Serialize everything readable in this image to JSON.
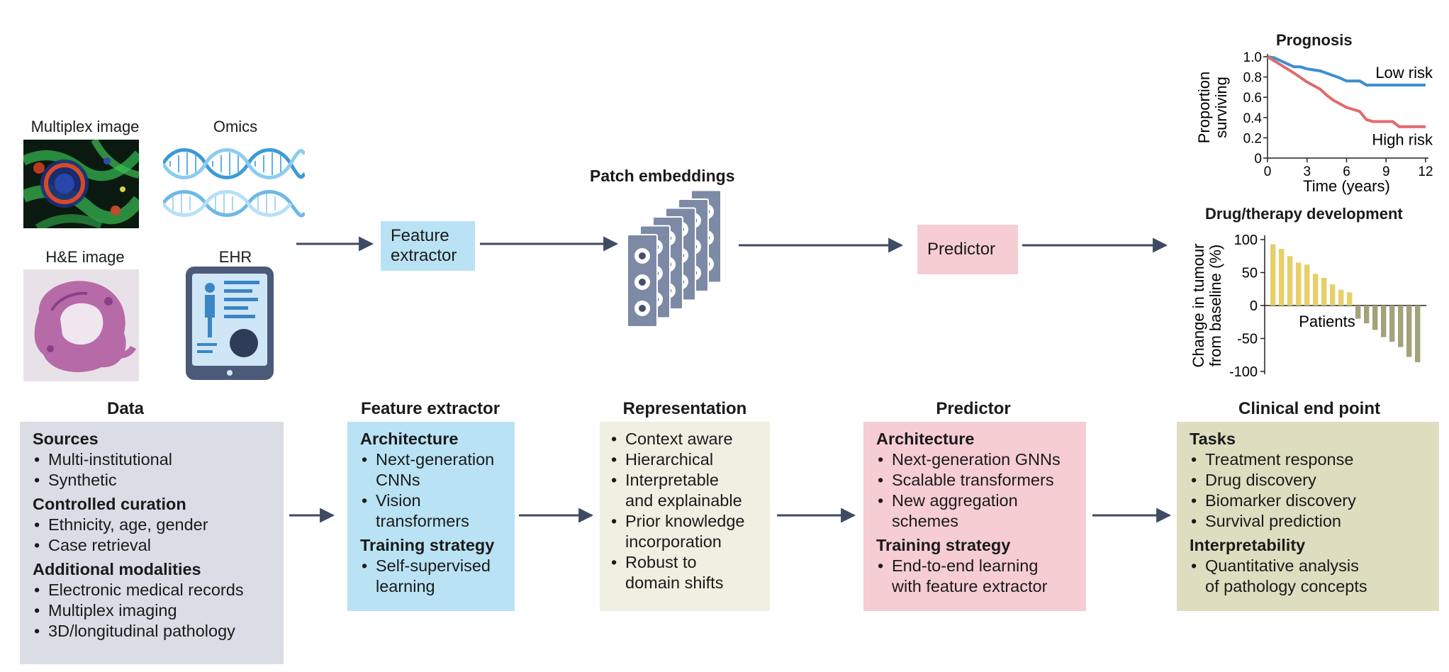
{
  "colors": {
    "arrow": "#3d4b63",
    "data_panel": "#dadde6",
    "feature_panel": "#b9e3f5",
    "representation_panel": "#efefe2",
    "predictor_panel": "#f6cdd3",
    "clinical_panel": "#deddc0",
    "low_risk_line": "#3c8fd0",
    "high_risk_line": "#e06b6b",
    "bar_positive": "#e7cf6a",
    "bar_negative": "#a3a27a",
    "card": "#7d8aa6"
  },
  "icons": [
    "multiplex-tissue-image",
    "dna-helix-icon",
    "he-stain-tissue-image",
    "ehr-tablet-icon",
    "patch-stack-icon"
  ],
  "inputs": {
    "multiplex_label": "Multiplex image",
    "omics_label": "Omics",
    "he_label": "H&E image",
    "ehr_label": "EHR"
  },
  "pipeline": {
    "feature_extractor": "Feature\nextractor",
    "patch_embeddings": "Patch embeddings",
    "predictor": "Predictor"
  },
  "prognosis": {
    "title": "Prognosis",
    "ylabel_line1": "Proportion",
    "ylabel_line2": "surviving",
    "xlabel": "Time (years)",
    "low_label": "Low risk",
    "high_label": "High risk",
    "yticks": [
      "0",
      "0.2",
      "0.4",
      "0.6",
      "0.8",
      "1.0"
    ],
    "xticks": [
      "0",
      "3",
      "6",
      "9",
      "12"
    ]
  },
  "drug": {
    "title": "Drug/therapy development",
    "ylabel_line1": "Change in tumour",
    "ylabel_line2": "from baseline (%)",
    "xlabel": "Patients",
    "yticks": [
      "100",
      "50",
      "0",
      "-50",
      "-100"
    ]
  },
  "chart_data": [
    {
      "type": "line",
      "title": "Prognosis",
      "xlabel": "Time (years)",
      "ylabel": "Proportion surviving",
      "xlim": [
        0,
        12
      ],
      "ylim": [
        0,
        1.0
      ],
      "series": [
        {
          "name": "Low risk",
          "x": [
            0,
            0.5,
            1,
            1.5,
            2,
            2.5,
            3,
            3.5,
            4,
            5.5,
            6,
            7,
            7.5,
            12
          ],
          "y": [
            1.0,
            0.99,
            0.96,
            0.93,
            0.9,
            0.9,
            0.88,
            0.87,
            0.86,
            0.79,
            0.76,
            0.76,
            0.72,
            0.72
          ]
        },
        {
          "name": "High risk",
          "x": [
            0,
            1,
            2,
            3,
            4,
            4.5,
            5,
            6,
            7,
            7.5,
            8,
            9,
            9.5,
            10,
            12
          ],
          "y": [
            1.0,
            0.92,
            0.84,
            0.75,
            0.68,
            0.62,
            0.57,
            0.5,
            0.46,
            0.38,
            0.36,
            0.36,
            0.36,
            0.31,
            0.31
          ]
        }
      ]
    },
    {
      "type": "bar",
      "title": "Drug/therapy development",
      "xlabel": "Patients",
      "ylabel": "Change in tumour from baseline (%)",
      "ylim": [
        -100,
        100
      ],
      "values": [
        93,
        86,
        75,
        65,
        62,
        48,
        42,
        32,
        24,
        20,
        -20,
        -27,
        -37,
        -48,
        -55,
        -63,
        -78,
        -86
      ]
    }
  ],
  "columns": {
    "data": {
      "heading": "Data",
      "sources": "Sources",
      "sources_items": [
        "Multi-institutional",
        "Synthetic"
      ],
      "curation": "Controlled curation",
      "curation_items": [
        "Ethnicity, age, gender",
        "Case retrieval"
      ],
      "modalities": "Additional modalities",
      "modalities_items": [
        "Electronic medical records",
        "Multiplex imaging",
        "3D/longitudinal pathology"
      ]
    },
    "feature": {
      "heading": "Feature extractor",
      "architecture": "Architecture",
      "architecture_items": [
        "Next-generation\nCNNs",
        "Vision\ntransformers"
      ],
      "training": "Training strategy",
      "training_items": [
        "Self-supervised\nlearning"
      ]
    },
    "representation": {
      "heading": "Representation",
      "items": [
        "Context aware",
        "Hierarchical",
        "Interpretable\nand explainable",
        "Prior knowledge\nincorporation",
        "Robust to\ndomain shifts"
      ]
    },
    "predictor": {
      "heading": "Predictor",
      "architecture": "Architecture",
      "architecture_items": [
        "Next-generation GNNs",
        "Scalable transformers",
        "New aggregation\nschemes"
      ],
      "training": "Training strategy",
      "training_items": [
        "End-to-end learning\nwith feature extractor"
      ]
    },
    "clinical": {
      "heading": "Clinical end point",
      "tasks": "Tasks",
      "tasks_items": [
        "Treatment response",
        "Drug discovery",
        "Biomarker discovery",
        "Survival prediction"
      ],
      "interpretability": "Interpretability",
      "interpretability_items": [
        "Quantitative analysis\nof pathology concepts"
      ]
    }
  }
}
